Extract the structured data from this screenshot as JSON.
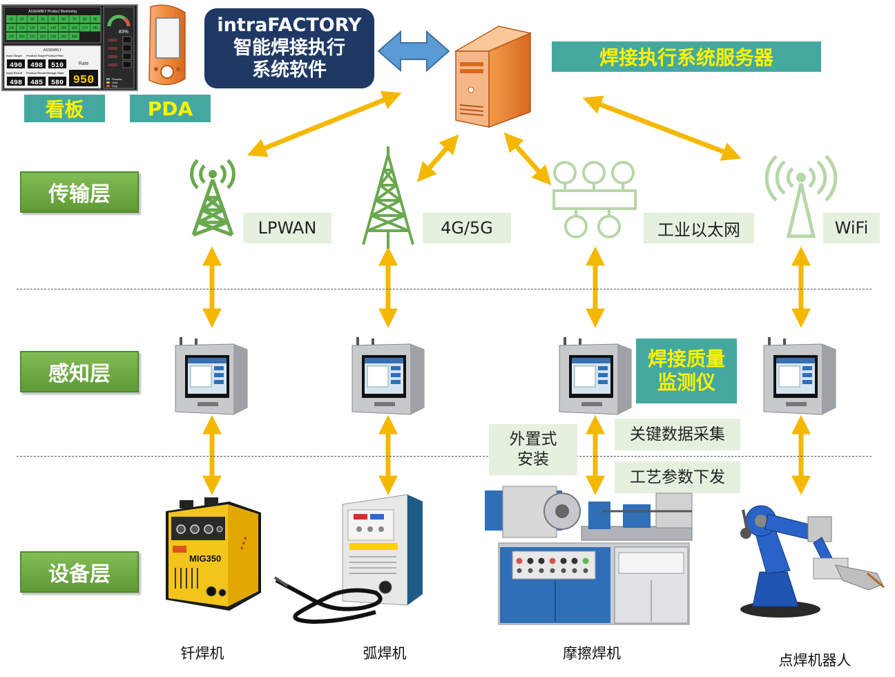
{
  "top": {
    "software_line1": "intraFACTORY",
    "software_line2": "智能焊接执行",
    "software_line3": "系统软件",
    "board_label": "看板",
    "pda_label": "PDA",
    "server_label": "焊接执行系统服务器"
  },
  "dashboard": {
    "title": "ASSEMBLY Product Monitoring",
    "grid_values": [
      "15",
      "20",
      "30",
      "40",
      "50",
      "60",
      "70",
      "80",
      "90",
      "100",
      "110",
      "120",
      "130",
      "140",
      "150",
      "160",
      "170",
      "180",
      "190",
      "200",
      "210",
      "220",
      "230",
      "240",
      "250"
    ],
    "sub_title": "ASSEMBLY",
    "input_target_label": "Input Target",
    "input_target_value": "490",
    "product_target_label": "Product Target",
    "product_target_value": "498",
    "product_plan_label": "Product Plan",
    "product_plan_value": "510",
    "input_result_label": "Input Result",
    "input_result_value": "498",
    "product_result_label": "Product Result",
    "product_result_value": "485",
    "storage_state_label": "Storage State",
    "storage_state_value": "580",
    "rate_label": "Rate",
    "rate_value": "950",
    "gauge_value": "83%",
    "side_values": [
      "10000",
      "10000",
      "10000",
      "10000"
    ],
    "legend": [
      "Process",
      "Hold",
      "Stop"
    ]
  },
  "layers": {
    "transport": "传输层",
    "perception": "感知层",
    "device": "设备层"
  },
  "networks": [
    {
      "label": "LPWAN"
    },
    {
      "label": "4G/5G"
    },
    {
      "label": "工业以太网"
    },
    {
      "label": "WiFi"
    }
  ],
  "monitor_label_line1": "焊接质量",
  "monitor_label_line2": "监测仪",
  "notes": {
    "external_line1": "外置式",
    "external_line2": "安装",
    "data_collect": "关键数据采集",
    "param_send": "工艺参数下发"
  },
  "machines": [
    {
      "label": "钎焊机",
      "brand": "MIG350"
    },
    {
      "label": "弧焊机"
    },
    {
      "label": "摩擦焊机"
    },
    {
      "label": "点焊机器人"
    }
  ],
  "colors": {
    "teal": "#45A8A0",
    "yellow_text": "#FFF200",
    "navy": "#1F3864",
    "green": "#70AD47",
    "arrow": "#F5B800",
    "blue_arrow": "#5B9BD5"
  }
}
